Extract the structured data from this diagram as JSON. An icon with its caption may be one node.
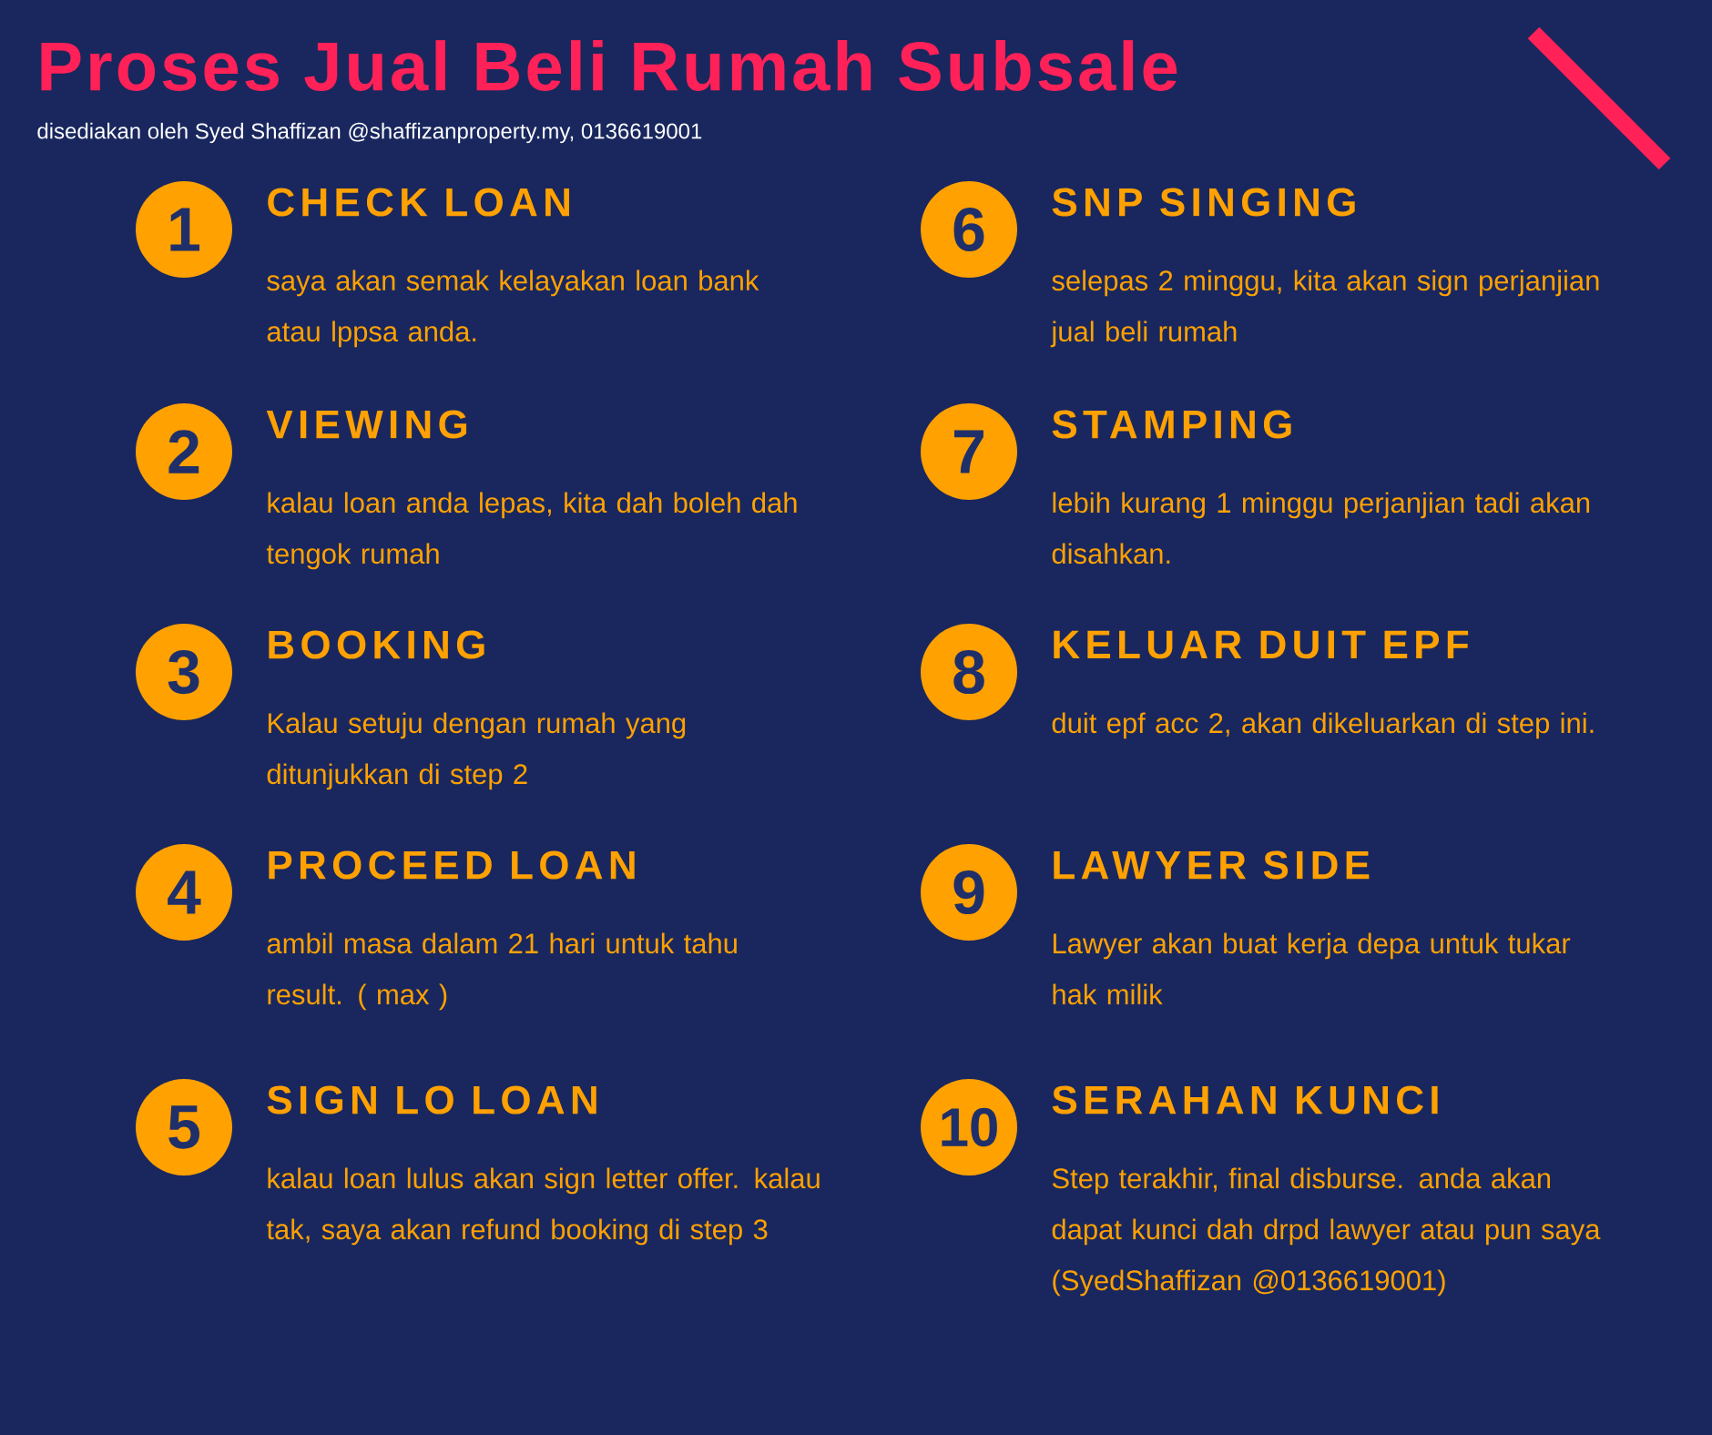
{
  "diagram": {
    "title": "Proses Jual Beli Rumah Subsale",
    "nodes": [
      {
        "text": [
          "1"
        ],
        "beside": [
          "CHECK LOAN",
          "saya akan semak kelayakan loan bank atau lppsa anda."
        ]
      },
      {
        "text": [
          "2"
        ],
        "beside": [
          "VIEWING",
          "kalau loan anda lepas, kita dah boleh dah tengok rumah"
        ]
      },
      {
        "text": [
          "3"
        ],
        "beside": [
          "BOOKING",
          "Kalau setuju dengan rumah yang ditunjukkan di step 2"
        ]
      },
      {
        "text": [
          "4"
        ],
        "beside": [
          "PROCEED LOAN",
          "ambil masa dalam 21 hari untuk tahu result. ( max )"
        ]
      },
      {
        "text": [
          "5"
        ],
        "beside": [
          "SIGN LO LOAN",
          "kalau loan lulus akan sign letter offer. kalau tak, saya akan refund booking di step 3"
        ]
      },
      {
        "text": [
          "6"
        ],
        "beside": [
          "SNP SINGING",
          "selepas 2 minggu, kita akan sign perjanjian jual beli rumah"
        ]
      },
      {
        "text": [
          "7"
        ],
        "beside": [
          "STAMPING",
          "lebih kurang 1 minggu perjanjian tadi akan disahkan."
        ]
      },
      {
        "text": [
          "8"
        ],
        "beside": [
          "KELUAR DUIT EPF",
          "duit epf acc 2, akan dikeluarkan di step ini."
        ]
      },
      {
        "text": [
          "9"
        ],
        "beside": [
          "LAWYER SIDE",
          "Lawyer akan buat kerja depa untuk tukar hak milik"
        ]
      },
      {
        "text": [
          "10"
        ],
        "beside": [
          "SERAHAN KUNCI",
          "Step terakhir, final disburse. anda akan dapat kunci dah drpd lawyer atau pun saya (SyedShaffizan @0136619001)"
        ]
      }
    ],
    "labels": [
      "disediakan oleh Syed Shaffizan @shaffizanproperty.my, 0136619001"
    ]
  }
}
